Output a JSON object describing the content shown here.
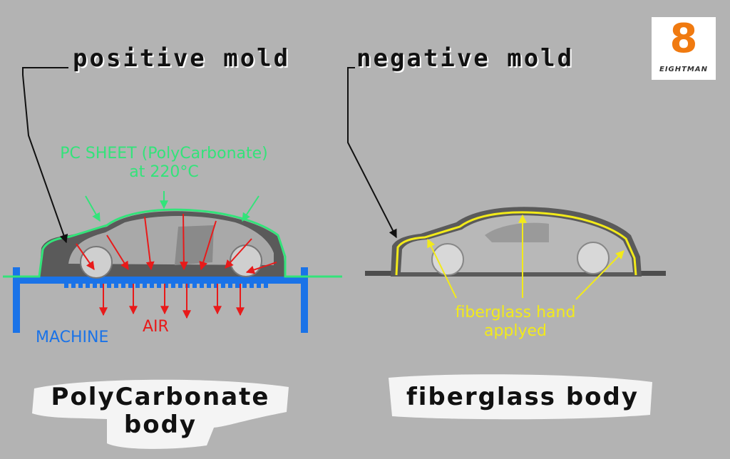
{
  "left_panel": {
    "heading": "positive mold",
    "sheet_label_line1": "PC SHEET (PolyCarbonate)",
    "sheet_label_line2": "at 220°C",
    "machine_label": "MACHINE",
    "air_label": "AIR",
    "caption_line1": "PolyCarbonate",
    "caption_line2": "body"
  },
  "right_panel": {
    "heading": "negative mold",
    "applied_label_line1": "fiberglass hand",
    "applied_label_line2": "applyed",
    "caption": "fiberglass body"
  },
  "logo": {
    "digit": "8",
    "wordmark": "EIGHTMAN"
  },
  "colors": {
    "background": "#b3b3b3",
    "sheet": "#33e37a",
    "air": "#e81a1a",
    "machine": "#1a73e8",
    "fiberglass": "#f2ea1a",
    "mold": "#5a5a5a",
    "leader": "#111111"
  }
}
